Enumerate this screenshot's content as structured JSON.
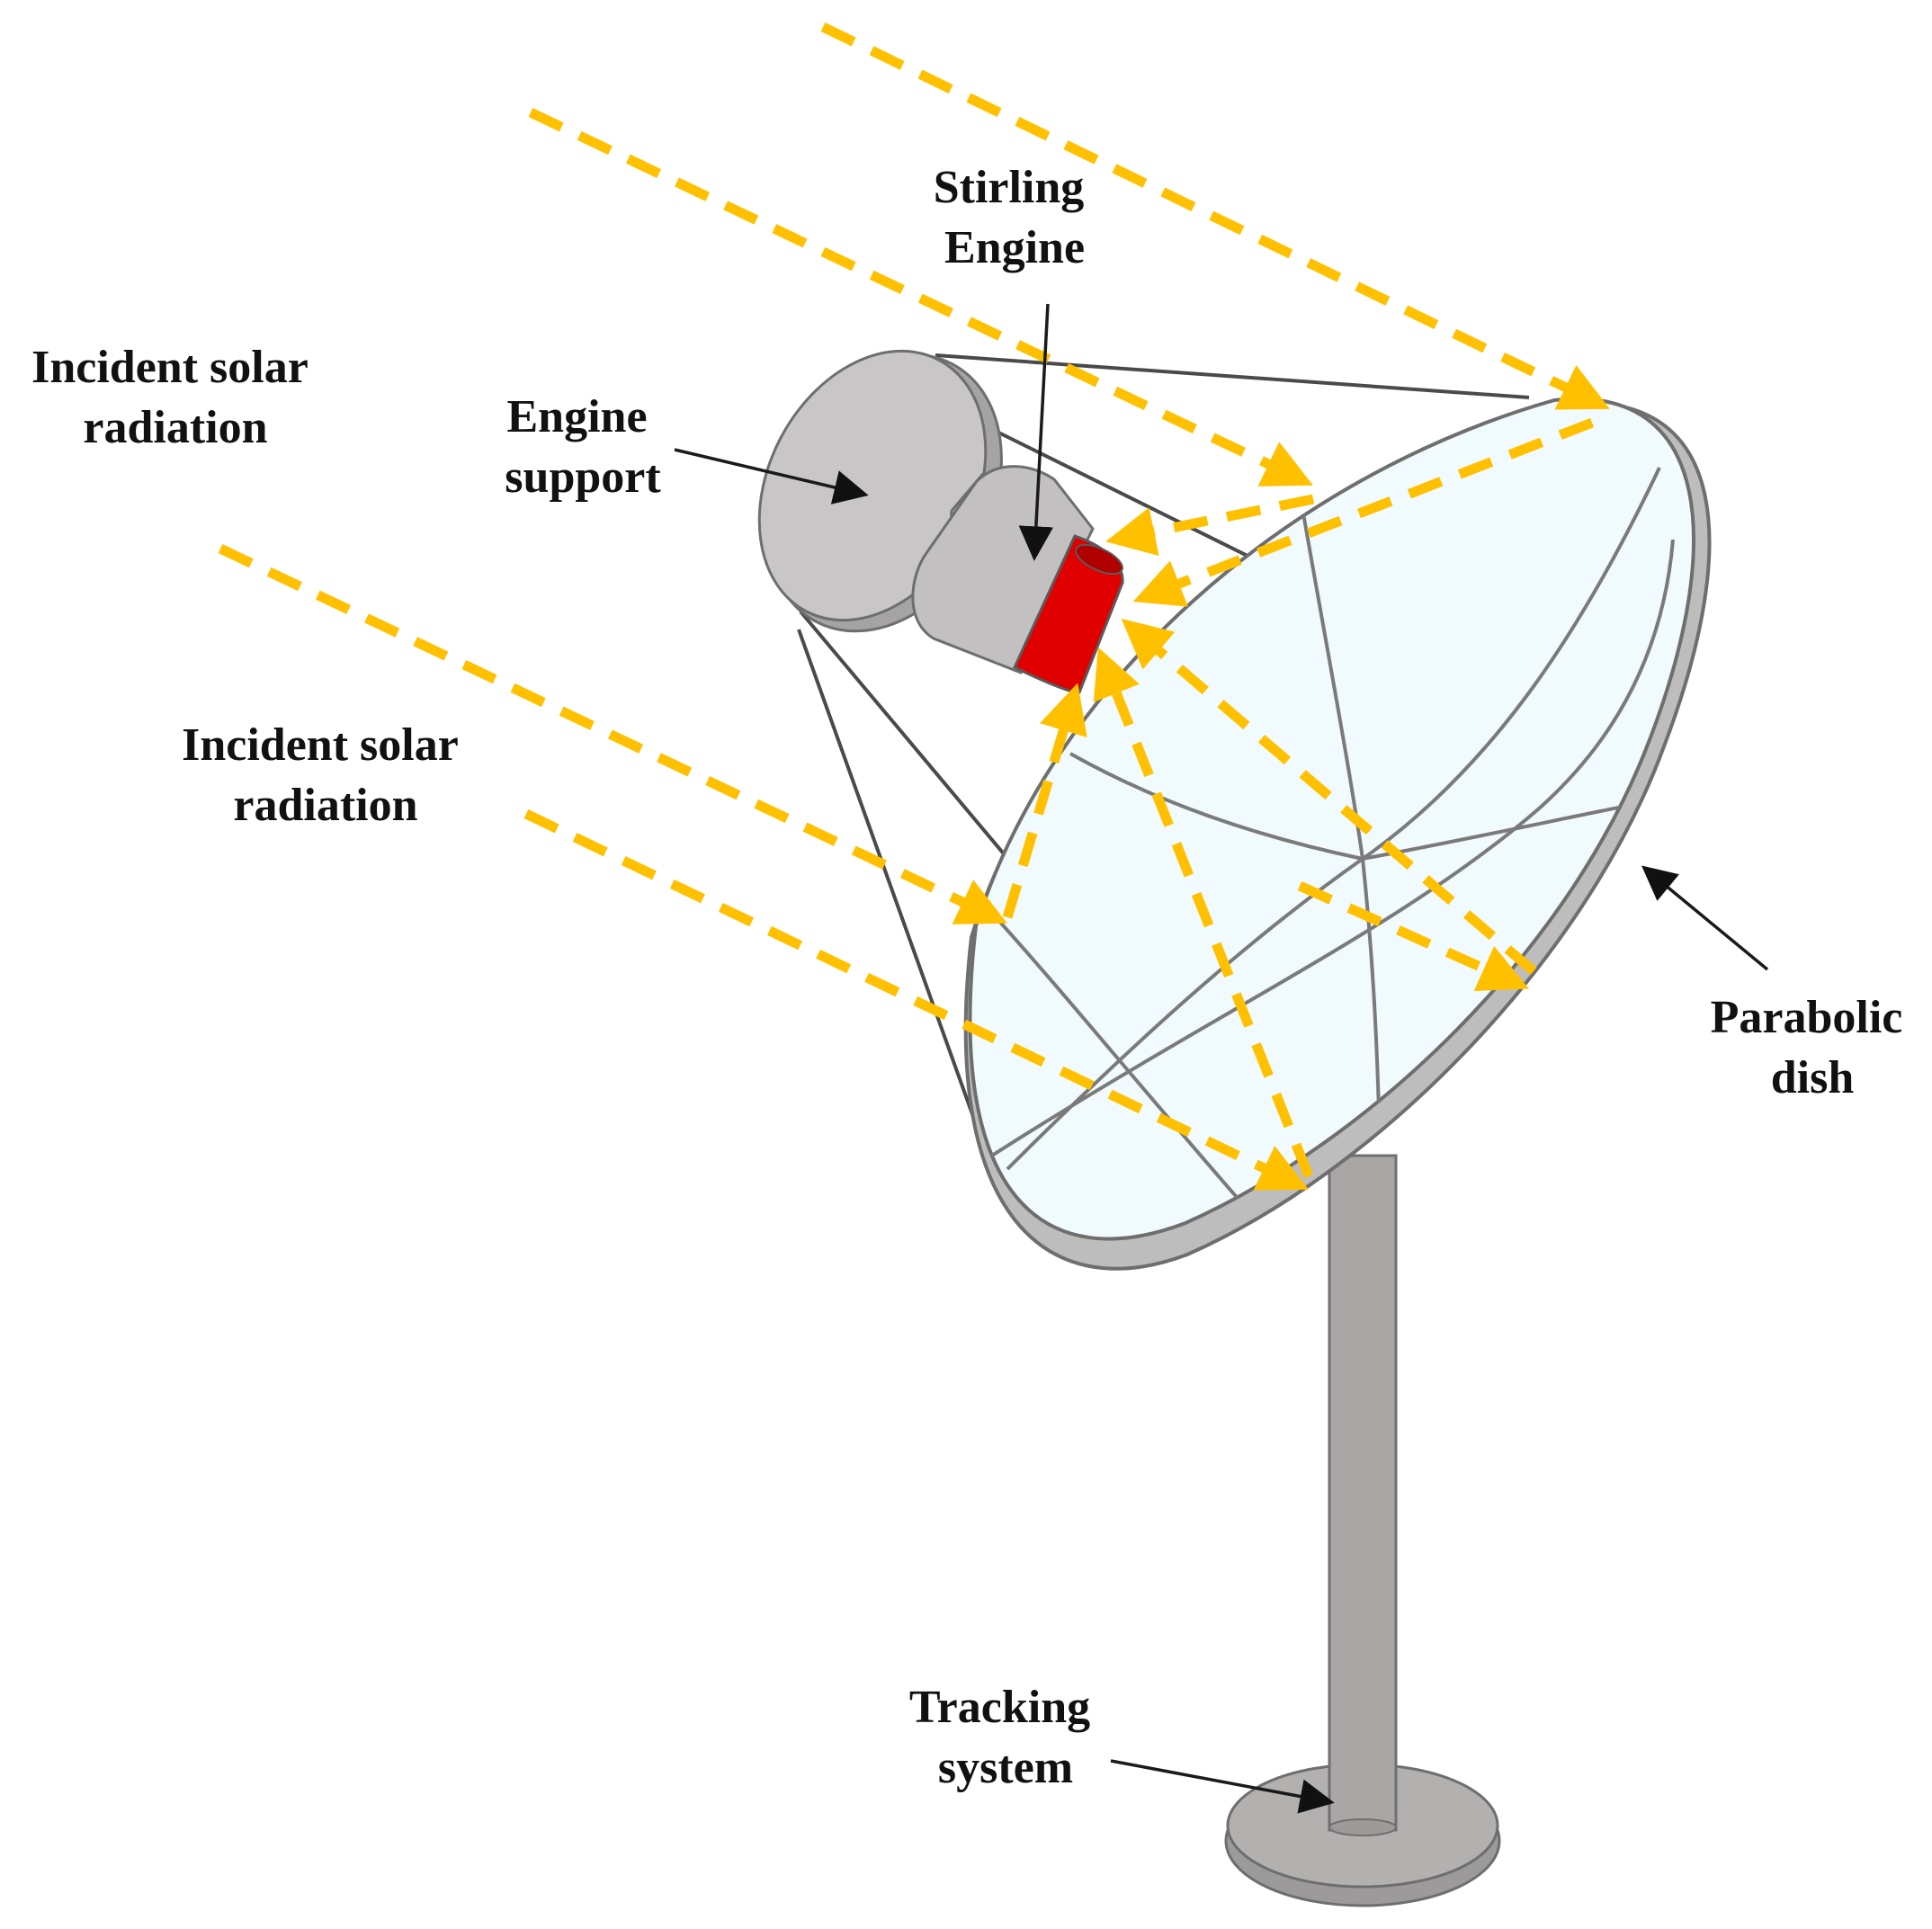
{
  "labels": {
    "incident_top": [
      "Incident solar",
      "radiation"
    ],
    "incident_mid": [
      "Incident solar",
      "radiation"
    ],
    "engine_support": [
      "Engine",
      "support"
    ],
    "stirling_engine": [
      "Stirling",
      "Engine"
    ],
    "parabolic_dish": [
      "Parabolic",
      "dish"
    ],
    "tracking_system": [
      "Tracking",
      "system"
    ]
  },
  "colors": {
    "ray": "#FFC000",
    "receiver": "#E00000",
    "dish_face": "#F1FAFC",
    "metal": "#B3B0B0"
  }
}
